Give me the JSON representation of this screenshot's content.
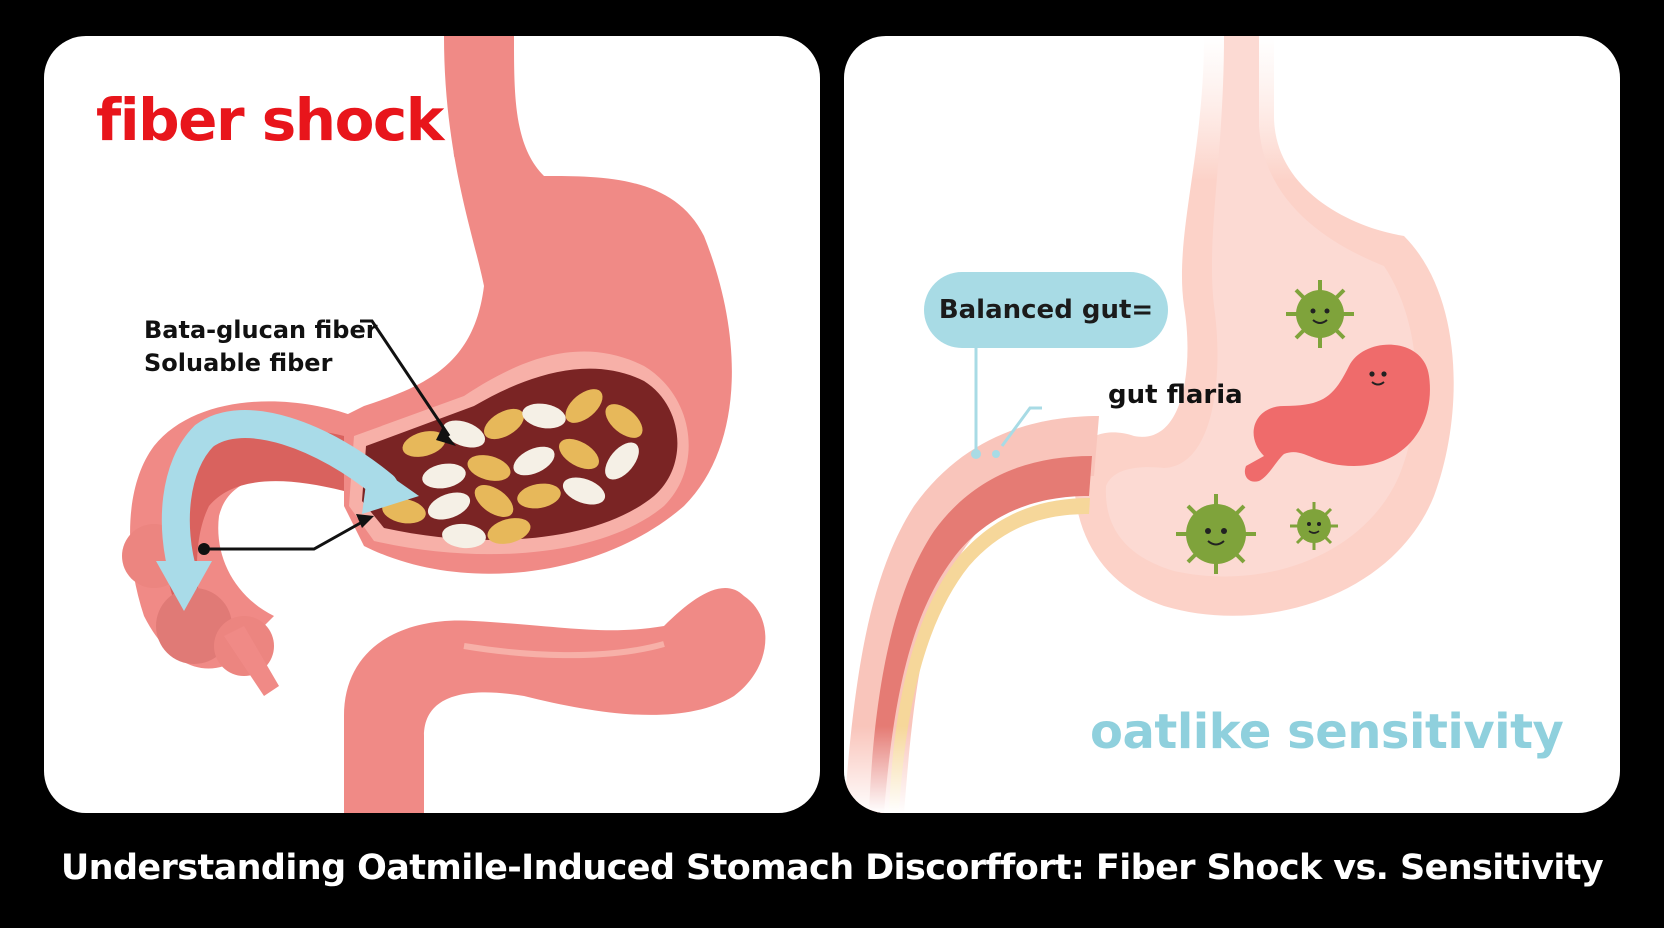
{
  "left_panel": {
    "title": "fiber shock",
    "fiber_labels": [
      "Bata-glucan fiber",
      "Soluable fiber"
    ]
  },
  "right_panel": {
    "bubble_text": "Balanced gut=",
    "flora_label": "gut flaria",
    "title": "oatlike sensitivity"
  },
  "caption": "Understanding Oatmile-Induced Stomach Discorffort: Fiber Shock vs. Sensitivity",
  "colors": {
    "background": "#000000",
    "panel": "#ffffff",
    "fiber_shock_red": "#e8151b",
    "stomach_pink": "#f08a86",
    "stomach_inner": "#7a2424",
    "flow_arrow": "#a9dbe8",
    "sensitivity_blue": "#8fd0dd",
    "microbe_green": "#7fa33b"
  },
  "icons": {
    "transition": "right-arrow-icon",
    "oat_flakes": "oat-flake-icon",
    "microbes": "microbe-icon"
  }
}
